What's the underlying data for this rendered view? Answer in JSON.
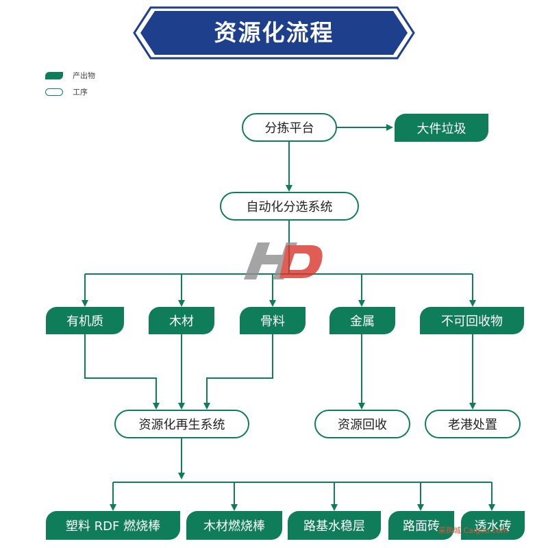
{
  "title": "资源化流程",
  "legend": {
    "product_label": "产出物",
    "process_label": "工序"
  },
  "nodes": {
    "sorting_platform": "分拣平台",
    "bulky_waste": "大件垃圾",
    "auto_sorting": "自动化分选系统",
    "organic": "有机质",
    "wood": "木材",
    "aggregate": "骨料",
    "metal": "金属",
    "non_recyclable": "不可回收物",
    "recycling_system": "资源化再生系统",
    "resource_recovery": "资源回收",
    "laogang_disposal": "老港处置",
    "plastic_rdf": "塑料 RDF 燃烧棒",
    "wood_fuel_rod": "木材燃烧棒",
    "roadbed": "路基水稳层",
    "pavement_brick": "路面砖",
    "permeable_brick": "透水砖"
  },
  "watermark_logo": "HD",
  "site_mark": "采购城 Caigou.com",
  "colors": {
    "banner_navy": "#1e3f8c",
    "accent_green": "#0f7d59",
    "watermark_red": "#d9352b",
    "watermark_gray": "#8e8e8e"
  }
}
